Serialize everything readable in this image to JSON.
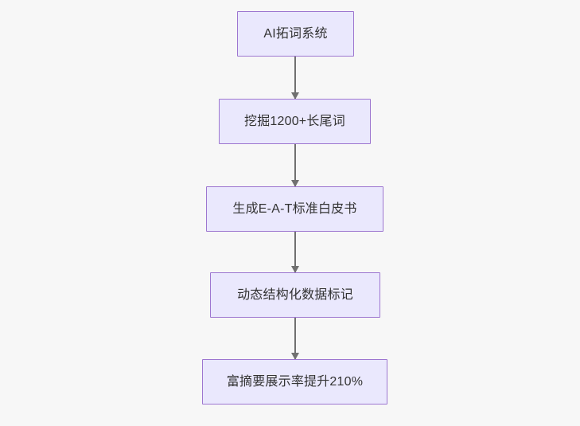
{
  "diagram": {
    "type": "flowchart",
    "orientation": "top-to-bottom",
    "background_color": "#f7f7f7",
    "node_fill_color": "#eae8fd",
    "node_border_color": "#9d76d0",
    "node_text_color": "#333333",
    "connector_color": "#707070",
    "nodes": [
      {
        "id": "node-0",
        "label": "AI拓词系统"
      },
      {
        "id": "node-1",
        "label": "挖掘1200+长尾词"
      },
      {
        "id": "node-2",
        "label": "生成E-A-T标准白皮书"
      },
      {
        "id": "node-3",
        "label": "动态结构化数据标记"
      },
      {
        "id": "node-4",
        "label": "富摘要展示率提升210%"
      }
    ],
    "connectors": [
      {
        "id": "connector-0",
        "from": "node-0",
        "to": "node-1",
        "arrow": "arrow-down-icon"
      },
      {
        "id": "connector-1",
        "from": "node-1",
        "to": "node-2",
        "arrow": "arrow-down-icon"
      },
      {
        "id": "connector-2",
        "from": "node-2",
        "to": "node-3",
        "arrow": "arrow-down-icon"
      },
      {
        "id": "connector-3",
        "from": "node-3",
        "to": "node-4",
        "arrow": "arrow-down-icon"
      }
    ]
  }
}
